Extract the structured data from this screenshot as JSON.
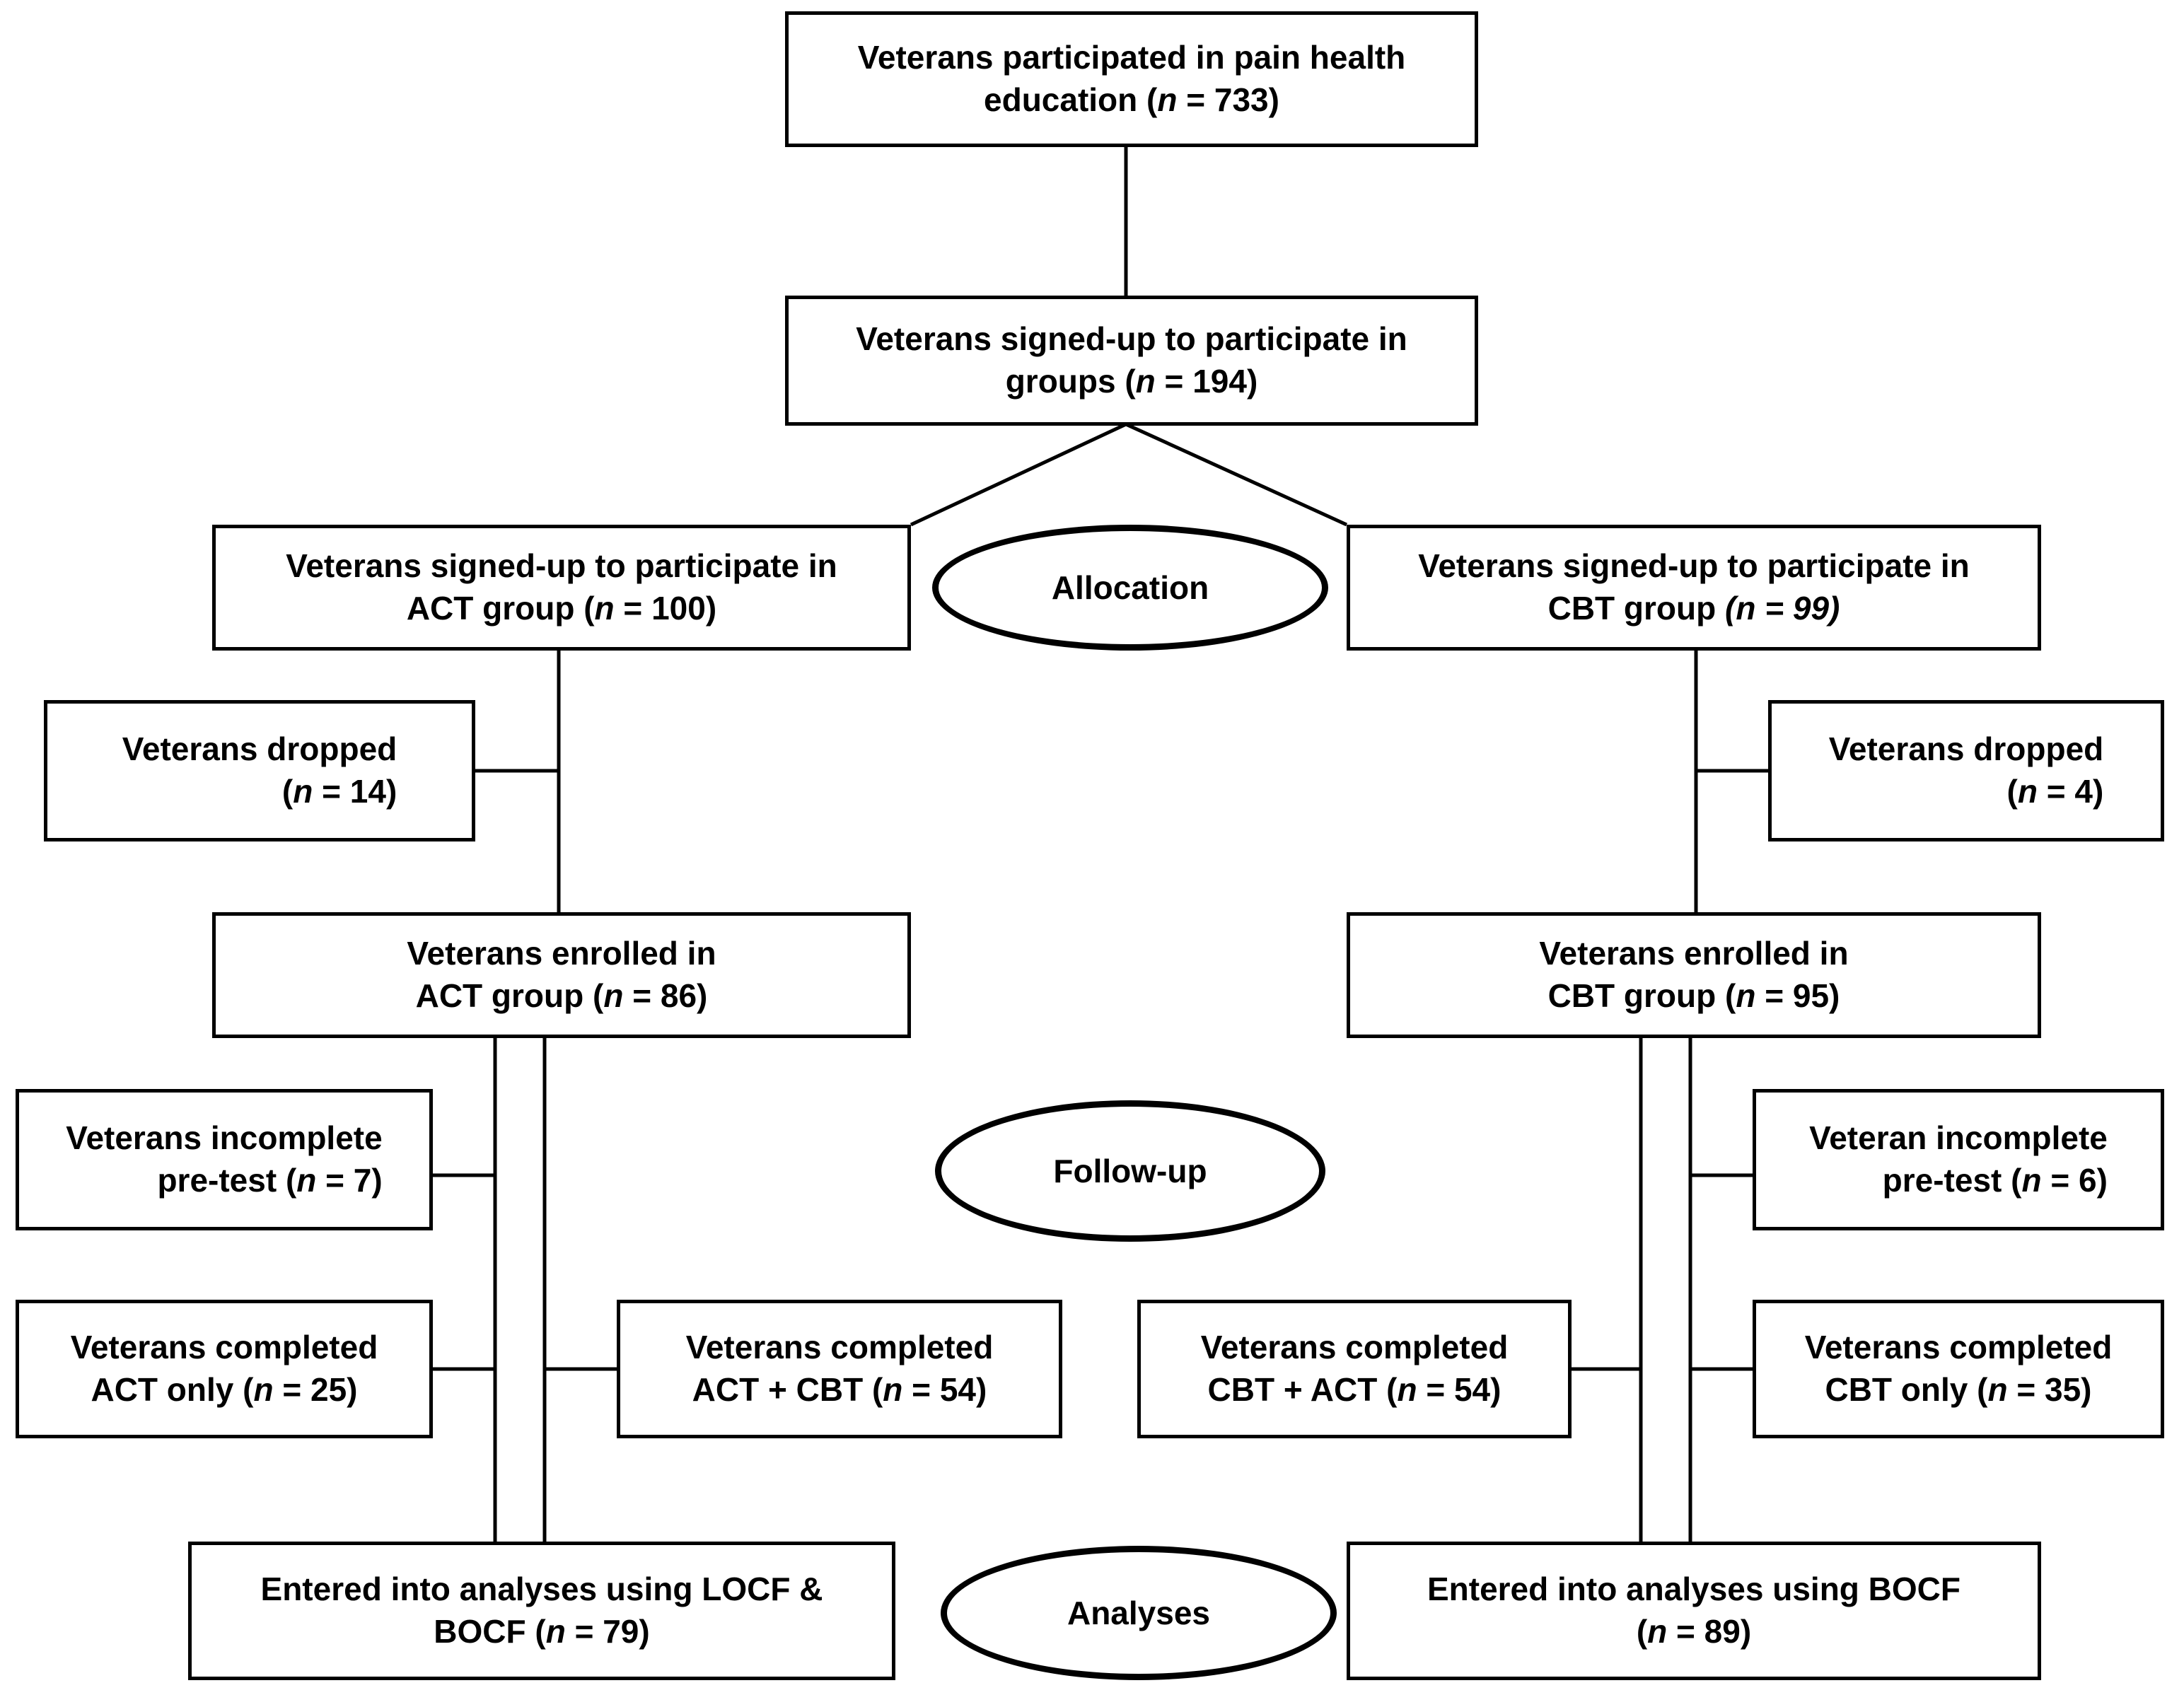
{
  "diagram": {
    "type": "consort-flow-diagram",
    "title": "Veterans pain health education participation flow",
    "line_color": "#000000",
    "box_border_color": "#000000",
    "box_fill_color": "#ffffff",
    "background_color": "#ffffff",
    "stage_labels": [
      {
        "id": "allocation",
        "label": "Allocation"
      },
      {
        "id": "follow-up",
        "label": "Follow-up"
      },
      {
        "id": "analyses",
        "label": "Analyses"
      }
    ],
    "nodes": {
      "enrollment": {
        "line1": "Veterans participated in pain health",
        "line2_pre": "education (",
        "line2_n": "n",
        "line2_post": " = 733)"
      },
      "signed_up": {
        "line1": "Veterans signed-up to participate in",
        "line2_pre": "groups (",
        "line2_n": "n",
        "line2_post": " = 194)"
      },
      "act_signed_up": {
        "line1": "Veterans signed-up to participate in",
        "line2_pre": "ACT group (",
        "line2_n": "n",
        "line2_post": " = 100)"
      },
      "cbt_signed_up": {
        "line1": "Veterans signed-up to participate in",
        "line2_pre": "CBT group ",
        "line2_n": "(n",
        "line2_post": " = 99)"
      },
      "act_dropped": {
        "line1": "Veterans dropped",
        "line2_pre": "(",
        "line2_n": "n",
        "line2_post": " = 14)"
      },
      "cbt_dropped": {
        "line1": "Veterans dropped",
        "line2_pre": "(",
        "line2_n": "n",
        "line2_post": " = 4)"
      },
      "act_enrolled": {
        "line1": "Veterans enrolled in",
        "line2_pre": "ACT group (",
        "line2_n": "n",
        "line2_post": " = 86)"
      },
      "cbt_enrolled": {
        "line1": "Veterans enrolled in",
        "line2_pre": "CBT group (",
        "line2_n": "n",
        "line2_post": " = 95)"
      },
      "act_incomplete": {
        "line1": "Veterans incomplete",
        "line2_pre": "pre-test (",
        "line2_n": "n",
        "line2_post": "  = 7)"
      },
      "cbt_incomplete": {
        "line1": "Veteran incomplete",
        "line2_pre": "pre-test (",
        "line2_n": "n",
        "line2_post": " = 6)"
      },
      "act_only": {
        "line1": "Veterans completed",
        "line2_pre": "ACT only (",
        "line2_n": "n",
        "line2_post": " = 25)"
      },
      "act_cbt": {
        "line1": "Veterans completed",
        "line2_pre": "ACT + CBT (",
        "line2_n": "n",
        "line2_post": " = 54)"
      },
      "cbt_act": {
        "line1": "Veterans completed",
        "line2_pre": "CBT + ACT (",
        "line2_n": "n",
        "line2_post": " = 54)"
      },
      "cbt_only": {
        "line1": "Veterans completed",
        "line2_pre": "CBT only (",
        "line2_n": "n",
        "line2_post": " = 35)"
      },
      "act_analyses": {
        "line1": "Entered into analyses using LOCF &",
        "line2_pre": "BOCF (",
        "line2_n": "n",
        "line2_post": " = 79)"
      },
      "cbt_analyses": {
        "line1": "Entered into analyses using BOCF",
        "line2_pre": "(",
        "line2_n": "n",
        "line2_post": " = 89)"
      }
    },
    "counts": {
      "participated": 733,
      "signed_up_groups": 194,
      "act_signed_up": 100,
      "cbt_signed_up": 99,
      "act_dropped": 14,
      "cbt_dropped": 4,
      "act_enrolled": 86,
      "cbt_enrolled": 95,
      "act_incomplete_pretest": 7,
      "cbt_incomplete_pretest": 6,
      "act_only_completed": 25,
      "act_then_cbt_completed": 54,
      "cbt_then_act_completed": 54,
      "cbt_only_completed": 35,
      "act_analysed": 79,
      "cbt_analysed": 89
    }
  }
}
